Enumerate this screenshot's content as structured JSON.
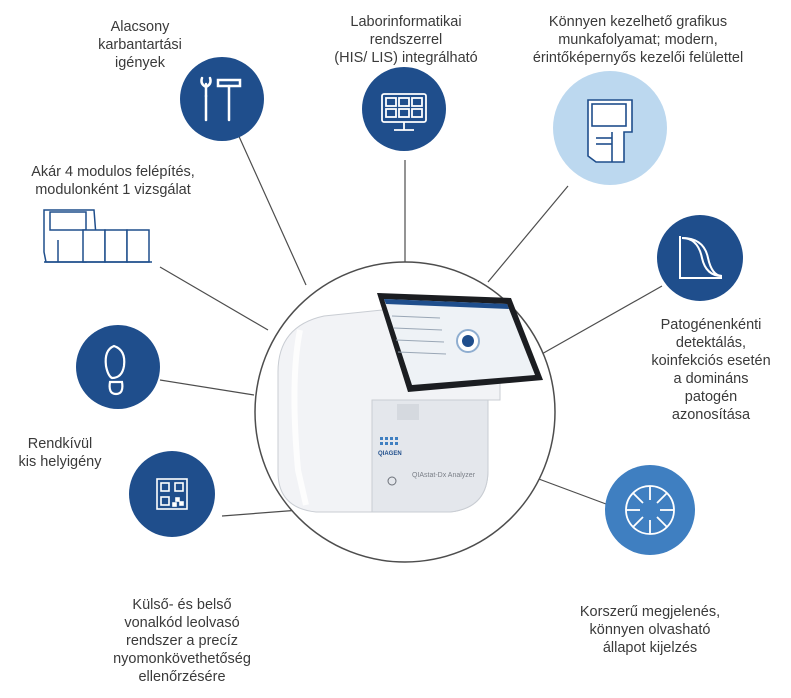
{
  "colors": {
    "dark_blue": "#1f4e8c",
    "mid_blue": "#3f7fc1",
    "light_blue": "#bcd8ef",
    "connector": "#4d4d4d"
  },
  "features": [
    {
      "id": "maintenance",
      "text": "Alacsony\nkarbantartási\nigények",
      "icon": "wrench-hammer-icon",
      "style": "dark"
    },
    {
      "id": "lis",
      "text": "Laborinformatikai\nrendszerrel\n(HIS/ LIS) integrálható",
      "icon": "monitor-grid-icon",
      "style": "dark"
    },
    {
      "id": "workflow",
      "text": "Könnyen kezelhető grafikus\nmunkafolyamat; modern,\nérintőképernyős kezelői felülettel",
      "icon": "touchscreen-device-icon",
      "style": "light"
    },
    {
      "id": "modular",
      "text": "Akár 4 modulos felépítés,\nmodulonként 1 vizsgálat",
      "icon": "modular-analyzer-icon",
      "style": "none"
    },
    {
      "id": "detection",
      "text": "Patogénenkénti\ndetektálás,\nkoinfekciós esetén\na domináns\npatogén\nazonosítása",
      "icon": "amplification-curve-icon",
      "style": "dark"
    },
    {
      "id": "footprint",
      "text": "Rendkívül\nkis helyigény",
      "icon": "footprint-icon",
      "style": "dark"
    },
    {
      "id": "barcode",
      "text": "Külső- és belső\nvonalkód leolvasó\nrendszer a precíz\nnyomonkövethetőség\nellenőrzésére",
      "icon": "qr-code-icon",
      "style": "dark"
    },
    {
      "id": "status",
      "text": "Korszerű megjelenés,\nkönnyen olvasható\nállapot kijelzés",
      "icon": "status-ring-icon",
      "style": "mid"
    }
  ],
  "device": {
    "brand": "QIAGEN",
    "model": "QIAstat-Dx Analyzer"
  }
}
